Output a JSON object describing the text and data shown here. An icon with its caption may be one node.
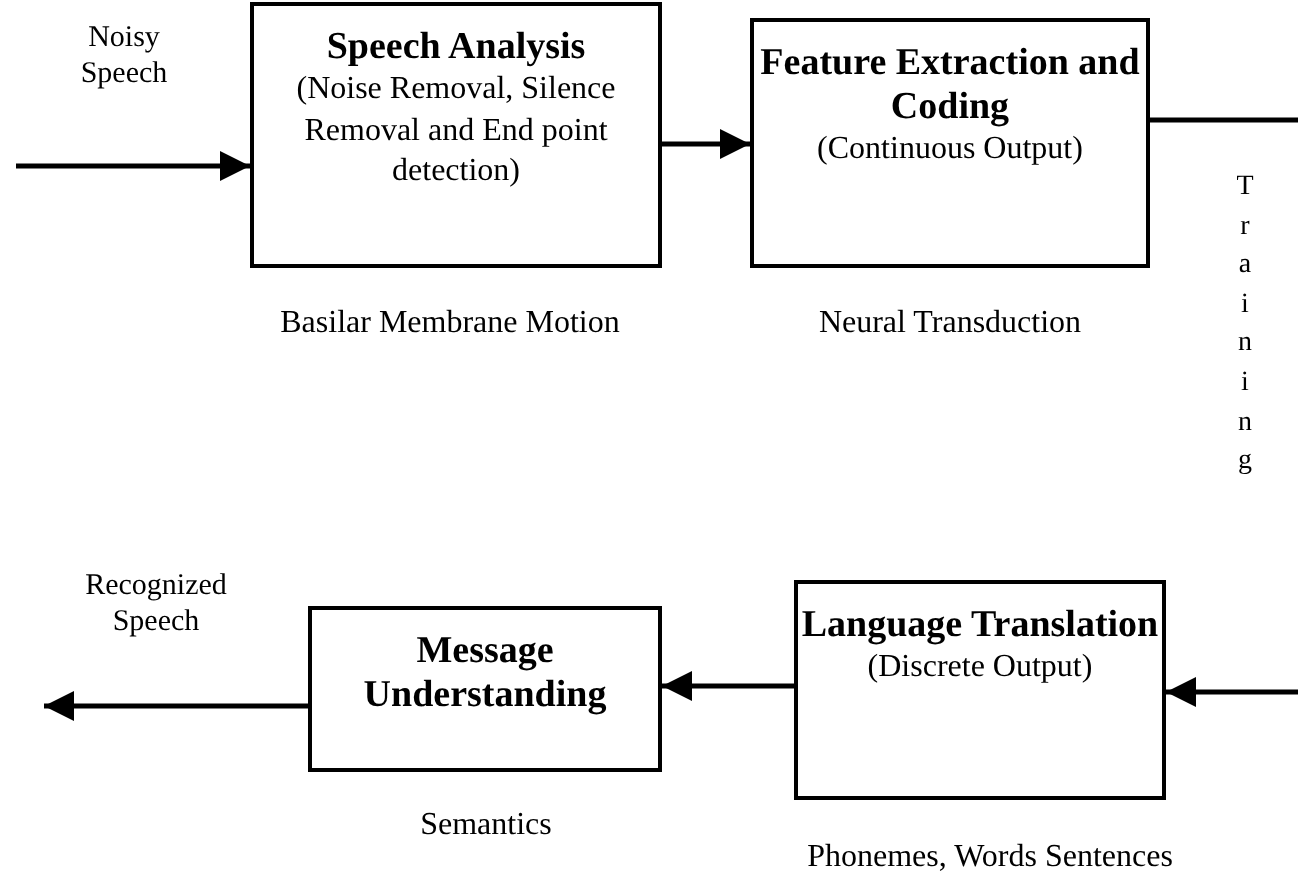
{
  "diagram": {
    "nodes": [
      {
        "text": [
          "Speech Analysis",
          "(Noise Removal, Silence Removal and End point detection)"
        ],
        "beside": [
          "Basilar Membrane Motion"
        ]
      },
      {
        "text": [
          "Feature Extraction and Coding",
          "(Continuous Output)"
        ],
        "beside": [
          "Neural Transduction"
        ]
      },
      {
        "text": [
          "Message Understanding"
        ],
        "beside": [
          "Semantics"
        ]
      },
      {
        "text": [
          "Language Translation",
          "(Discrete Output)"
        ],
        "beside": [
          "Phonemes, Words Sentences"
        ]
      }
    ],
    "edges": [
      {
        "from": null,
        "to": 0,
        "arrow": "to",
        "label": "Noisy Speech"
      },
      {
        "from": 0,
        "to": 1,
        "arrow": "to"
      },
      {
        "from": 1,
        "to": null,
        "arrow": "none"
      },
      {
        "from": null,
        "to": 3,
        "arrow": "to"
      },
      {
        "from": 3,
        "to": 2,
        "arrow": "to"
      },
      {
        "from": 2,
        "to": null,
        "arrow": "to",
        "label": "Recognized Speech"
      }
    ],
    "labels": [
      "Training"
    ]
  }
}
